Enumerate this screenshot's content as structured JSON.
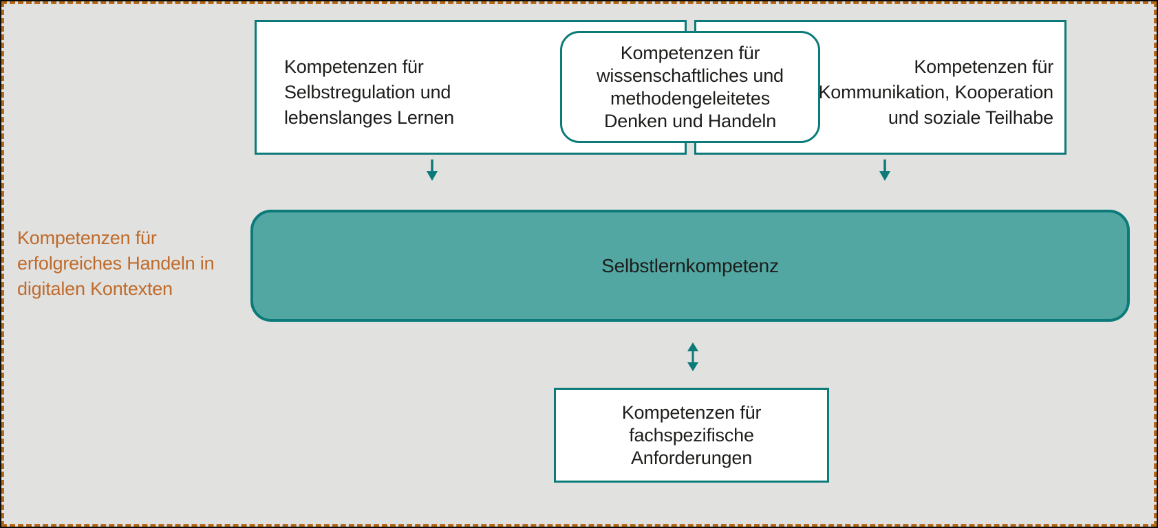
{
  "diagram": {
    "side_label": {
      "line1": "Kompetenzen für",
      "line2": "erfolgreiches Handeln",
      "line3": "in digitalen Kontexten"
    },
    "box_self_regulation": {
      "line1": "Kompetenzen für",
      "line2": "Selbstregulation und",
      "line3": "lebenslanges Lernen"
    },
    "box_scientific": {
      "line1": "Kompetenzen für",
      "line2": "wissenschaftliches und",
      "line3": "methodengeleitetes",
      "line4": "Denken und Handeln"
    },
    "box_communication": {
      "line1": "Kompetenzen für",
      "line2": "Kommunikation, Kooperation",
      "line3": "und soziale Teilhabe"
    },
    "box_self_learning": {
      "label": "Selbstlernkompetenz"
    },
    "box_subject_specific": {
      "line1": "Kompetenzen für",
      "line2": "fachspezifische",
      "line3": "Anforderungen"
    },
    "icons": {
      "arrow_down_left": "down-arrow",
      "arrow_down_right": "down-arrow",
      "arrow_double_vertical": "up-down-arrow"
    },
    "colors": {
      "background": "#e1e1e0",
      "teal_border": "#0b7a79",
      "teal_fill": "#52a7a3",
      "dashed_border_orange": "#b4681a",
      "side_label_orange": "#bf6b2b",
      "text_black": "#1d1d1b",
      "box_background": "#ffffff"
    }
  }
}
